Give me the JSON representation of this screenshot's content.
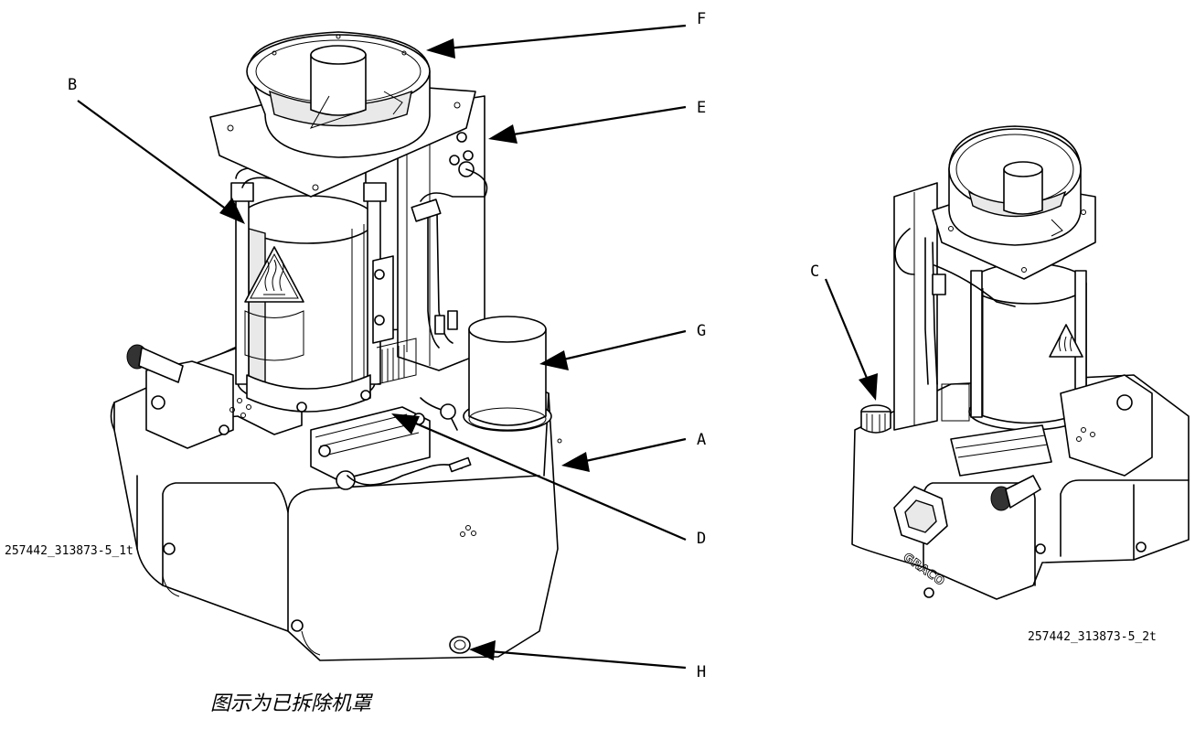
{
  "figure": {
    "callouts": {
      "A": "A",
      "B": "B",
      "C": "C",
      "D": "D",
      "E": "E",
      "F": "F",
      "G": "G",
      "H": "H"
    },
    "left_view_id": "257442_313873-5_1t",
    "right_view_id": "257442_313873-5_2t",
    "caption": "图示为已拆除机罩",
    "logo_text": "GRACO",
    "icons": [
      "hot-surface-warning-icon",
      "graco-logo-icon"
    ]
  }
}
